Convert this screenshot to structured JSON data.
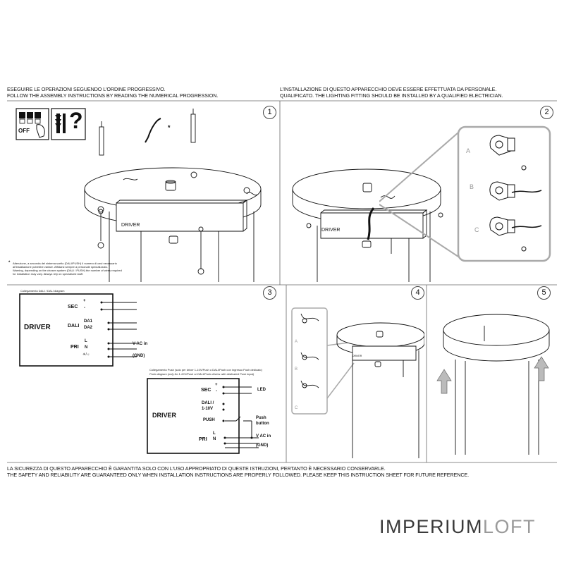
{
  "header": {
    "left_it": "ESEGUIRE LE OPERAZIONI SEGUENDO L'ORDINE PROGRESSIVO.",
    "left_en": "FOLLOW THE ASSEMBLY INSTRUCTIONS BY READING THE NUMERICAL PROGRESSION.",
    "right_it": "L'INSTALLAZIONE DI QUESTO APPARECCHIO DEVE ESSERE EFFETTUATA DA PERSONALE.",
    "right_en": "QUALIFICATO. THE LIGHTING FITTING SHOULD BE INSTALLED BY A QUALIFIED ELECTRICIAN."
  },
  "steps": [
    "1",
    "2",
    "3",
    "4",
    "5"
  ],
  "panel1": {
    "off_label": "OFF",
    "question_mark": "?",
    "driver_label": "DRIVER",
    "note_star": "*",
    "note_lines": [
      "Attenzione, a seconda del sistema scelto (DALI/PUSH) il numero di cavi necessario",
      "all'installazione potrebbe variare. Affidarsi sempre a personale specializzato.",
      "Warning, depending on the chosen system (DALI / PUSH) the number of wires required",
      "for installation may vary. Always rely on specialized staff."
    ]
  },
  "panel2": {
    "labels": [
      "A",
      "B",
      "C"
    ],
    "driver_label": "DRIVER"
  },
  "panel3": {
    "dali_caption": "Collegamento DALI / DALI diagram",
    "driver": "DRIVER",
    "sec": "SEC",
    "plus": "+",
    "minus": "-",
    "dali": "DALI",
    "da1": "DA1",
    "da2": "DA2",
    "pri": "PRI",
    "l": "L",
    "n": "N",
    "vac": "V AC in",
    "gnd": "(GND)",
    "star": "☀/☼",
    "push_caption_1": "Collegamento Push (solo per driver 1-10V/Push o DALI/Push con ingresso Push dedicato)",
    "push_caption_2": "Push diagram (only for 1-10V/Push or DALI/Push drivers with dedicated Push input)",
    "led": "LED",
    "dali_110v_1": "DALI /",
    "dali_110v_2": "1-10V",
    "push": "PUSH",
    "push_button_1": "Push",
    "push_button_2": "button"
  },
  "panel4": {
    "labels": [
      "A",
      "B",
      "C"
    ],
    "driver_label": "DRIVER"
  },
  "footer": {
    "it": "LA SICUREZZA DI QUESTO APPARECCHIO È GARANTITA SOLO CON L'USO APPROPRIATO DI QUESTE ISTRUZIONI, PERTANTO È NECESSARIO CONSERVARLE.",
    "en": "THE SAFETY AND RELIABILITY ARE GUARANTEED ONLY WHEN INSTALLATION INSTRUCTIONS ARE PROPERLY FOLLOWED. PLEASE KEEP THIS INSTRUCTION SHEET FOR FUTURE REFERENCE."
  },
  "brand": {
    "part1": "IMPERIUM",
    "part2": "LOFT"
  }
}
